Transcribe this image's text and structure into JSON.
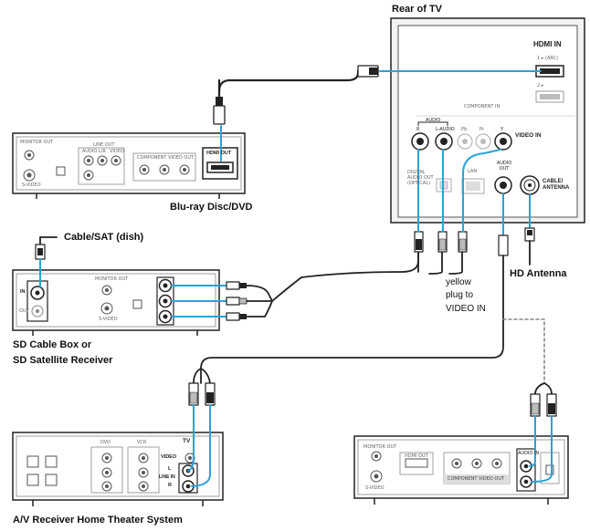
{
  "labels": {
    "rear_tv": "Rear of TV",
    "bluray": "Blu-ray Disc/DVD",
    "cable_sat_dish": "Cable/SAT (dish)",
    "sd_box_line1": "SD Cable Box or",
    "sd_box_line2": "SD Satellite Receiver",
    "hd_antenna": "HD Antenna",
    "yellow_note_1": "yellow",
    "yellow_note_2": "plug to",
    "yellow_note_3": "VIDEO IN",
    "av_receiver": "A/V Receiver Home Theater System"
  },
  "tv_panel": {
    "hdmi_in": "HDMI IN",
    "hdmi_1": "1 ▸ (ARC)",
    "hdmi_2": "2 ▸",
    "component_in": "COMPONENT IN",
    "audio": "AUDIO",
    "r": "R",
    "l_audio": "L-AUDIO",
    "pb": "Pb",
    "pr": "Pr",
    "y": "Y",
    "video_in": "VIDEO IN",
    "digital_audio": "DIGITAL AUDIO OUT (OPTICAL)",
    "lan": "LAN",
    "audio_out": "AUDIO OUT",
    "cable_antenna": "CABLE/ ANTENNA"
  },
  "bluray_panel": {
    "monitor_out": "MONITOR OUT",
    "svideo": "S-VIDEO",
    "line_out": "LINE OUT",
    "audio_lr": "AUDIO L/R",
    "video": "VIDEO",
    "component_video_out": "COMPONENT VIDEO OUT",
    "hdmi_out": "HDMI OUT"
  },
  "sdbox_panel": {
    "in": "IN",
    "out": "OUT",
    "monitor_out": "MONITOR OUT",
    "svideo": "S-VIDEO"
  },
  "av_panel": {
    "dvd": "DVD",
    "vcr": "VCR",
    "tv": "TV",
    "video": "VIDEO",
    "l": "L",
    "line_in": "LINE IN",
    "r": "R"
  },
  "rightbox_panel": {
    "monitor_out": "MONITOR OUT",
    "svideo": "S-VIDEO",
    "hdmi_out": "HDMI OUT",
    "audio_in": "AUDIO IN",
    "component_video_out": "COMPONENT VIDEO OUT"
  },
  "colors": {
    "cable_blue": "#2aa3d6",
    "outline": "#222222",
    "panel_fill": "#ffffff",
    "tv_bg": "#f4f4f4",
    "dotted": "#888888"
  }
}
